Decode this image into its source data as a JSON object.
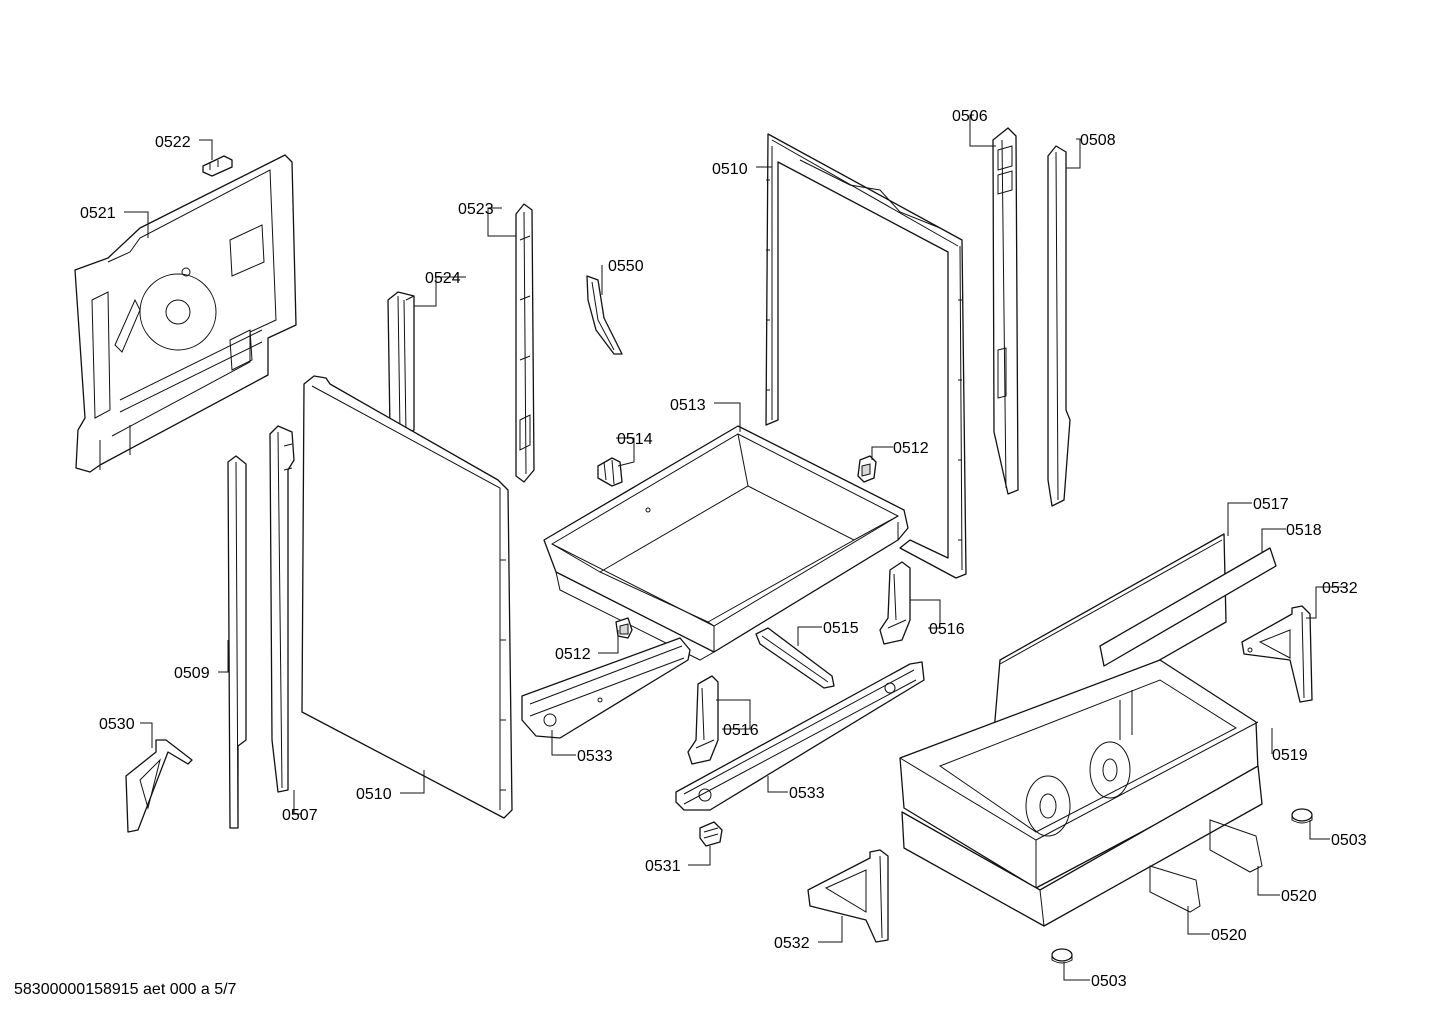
{
  "footer": {
    "text": "58300000158915 aet 000 a 5/7"
  },
  "callouts": [
    {
      "id": "c0522",
      "label": "0522"
    },
    {
      "id": "c0521",
      "label": "0521"
    },
    {
      "id": "c0523",
      "label": "0523"
    },
    {
      "id": "c0524",
      "label": "0524"
    },
    {
      "id": "c0550",
      "label": "0550"
    },
    {
      "id": "c0510a",
      "label": "0510"
    },
    {
      "id": "c0506",
      "label": "0506"
    },
    {
      "id": "c0508",
      "label": "0508"
    },
    {
      "id": "c0513",
      "label": "0513"
    },
    {
      "id": "c0514",
      "label": "0514"
    },
    {
      "id": "c0512a",
      "label": "0512"
    },
    {
      "id": "c0517",
      "label": "0517"
    },
    {
      "id": "c0518",
      "label": "0518"
    },
    {
      "id": "c0532a",
      "label": "0532"
    },
    {
      "id": "c0515",
      "label": "0515"
    },
    {
      "id": "c0516a",
      "label": "0516"
    },
    {
      "id": "c0512b",
      "label": "0512"
    },
    {
      "id": "c0509",
      "label": "0509"
    },
    {
      "id": "c0530",
      "label": "0530"
    },
    {
      "id": "c0516b",
      "label": "0516"
    },
    {
      "id": "c0533a",
      "label": "0533"
    },
    {
      "id": "c0519",
      "label": "0519"
    },
    {
      "id": "c0510b",
      "label": "0510"
    },
    {
      "id": "c0507",
      "label": "0507"
    },
    {
      "id": "c0533b",
      "label": "0533"
    },
    {
      "id": "c0503a",
      "label": "0503"
    },
    {
      "id": "c0531",
      "label": "0531"
    },
    {
      "id": "c0520a",
      "label": "0520"
    },
    {
      "id": "c0532b",
      "label": "0532"
    },
    {
      "id": "c0520b",
      "label": "0520"
    },
    {
      "id": "c0503b",
      "label": "0503"
    }
  ]
}
